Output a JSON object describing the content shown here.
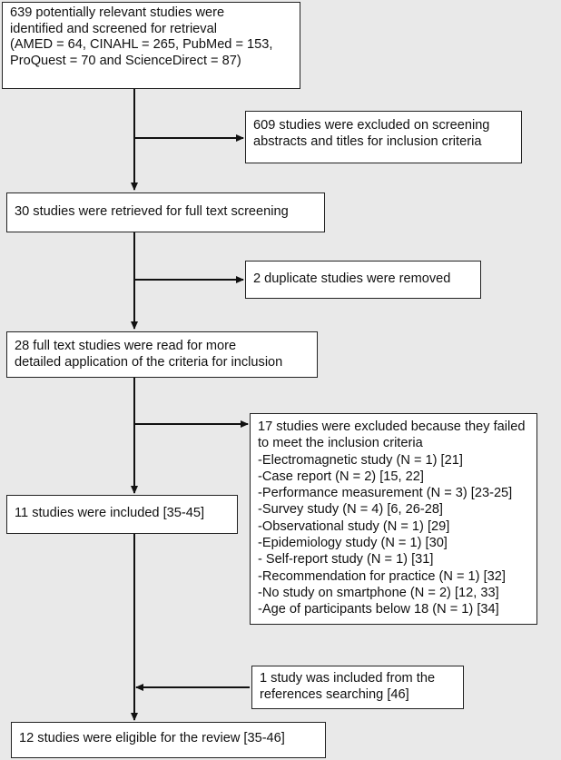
{
  "flow": {
    "identified": {
      "lines": [
        "639 potentially relevant studies were",
        "identified and screened for retrieval",
        "(AMED = 64, CINAHL = 265, PubMed = 153,",
        "ProQuest = 70 and ScienceDirect = 87)"
      ]
    },
    "excluded_screening": {
      "lines": [
        "609 studies were excluded on screening",
        "abstracts and titles for inclusion criteria"
      ]
    },
    "retrieved": {
      "lines": [
        "30 studies were retrieved for full text screening"
      ]
    },
    "duplicates": {
      "lines": [
        "2 duplicate studies were removed"
      ]
    },
    "full_text": {
      "lines": [
        "28 full text studies were read for more",
        "detailed application of the criteria for inclusion"
      ]
    },
    "excluded_criteria": {
      "lines": [
        "17 studies were excluded because they failed",
        "to meet the inclusion criteria",
        "-Electromagnetic study (N = 1) [21]",
        "-Case report (N = 2) [15, 22]",
        "-Performance measurement (N = 3) [23-25]",
        "-Survey study (N = 4) [6, 26-28]",
        "-Observational study (N = 1) [29]",
        "-Epidemiology study (N = 1) [30]",
        "- Self-report study (N = 1) [31]",
        "-Recommendation for practice (N = 1) [32]",
        "-No study on smartphone (N = 2) [12, 33]",
        "-Age of participants below 18 (N = 1) [34]"
      ]
    },
    "included": {
      "lines": [
        "11 studies were included [35-45]"
      ]
    },
    "references": {
      "lines": [
        "1 study was included from the",
        "references searching [46]"
      ]
    },
    "eligible": {
      "lines": [
        "12 studies were eligible for the review [35-46]"
      ]
    }
  }
}
